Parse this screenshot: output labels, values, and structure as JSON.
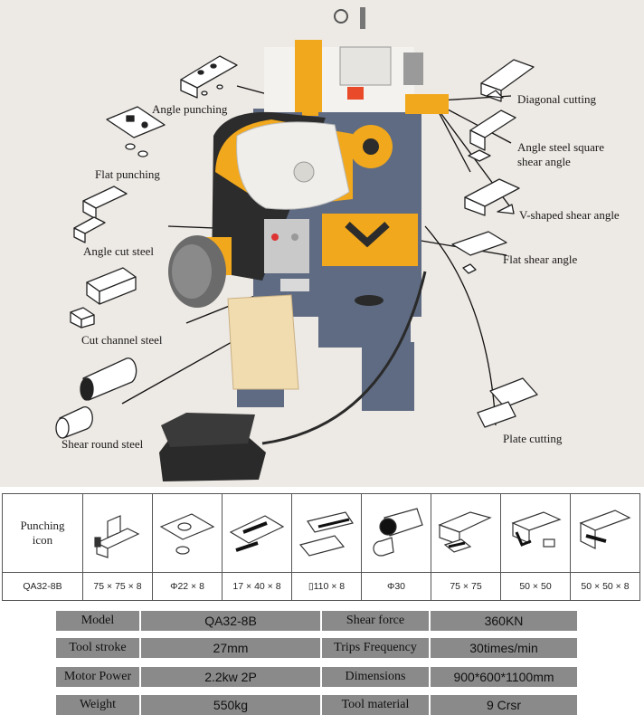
{
  "diagram": {
    "labels": {
      "angle_punching": "Angle punching",
      "flat_punching": "Flat punching",
      "angle_cut_steel": "Angle cut steel",
      "cut_channel_steel": "Cut channel steel",
      "shear_round_steel": "Shear round steel",
      "diagonal_cutting": "Diagonal cutting",
      "angle_steel_square_shear_angle_1": "Angle steel square",
      "angle_steel_square_shear_angle_2": "shear angle",
      "v_shaped_shear_angle": "V-shaped shear angle",
      "flat_shear_angle": "Flat shear angle",
      "plate_cutting": "Plate cutting"
    }
  },
  "icon_table": {
    "header_line1": "Punching",
    "header_line2": "icon",
    "model": "QA32-8B",
    "dimensions": [
      "75 × 75 × 8",
      "Φ22 × 8",
      "17 × 40 × 8",
      "▯110 × 8",
      "Φ30",
      "75 × 75",
      "50 × 50",
      "50 × 50 × 8"
    ]
  },
  "specs": {
    "rows": [
      {
        "label1": "Model",
        "value1": "QA32-8B",
        "label2": "Shear force",
        "value2": "360KN"
      },
      {
        "label1": "Tool stroke",
        "value1": "27mm",
        "label2": "Trips Frequency",
        "value2": "30times/min"
      },
      {
        "label1": "Motor Power",
        "value1": "2.2kw 2P",
        "label2": "Dimensions",
        "value2": "900*600*1100mm"
      },
      {
        "label1": "Weight",
        "value1": "550kg",
        "label2": "Tool material",
        "value2": "9 Crsr"
      }
    ]
  },
  "colors": {
    "machine_body": "#5f6b82",
    "machine_dark": "#4b5569",
    "accent_yellow": "#f2a81c",
    "guard_white": "#f4f2ee",
    "spec_bar": "#8a8a8a",
    "background": "#ede9e4"
  }
}
